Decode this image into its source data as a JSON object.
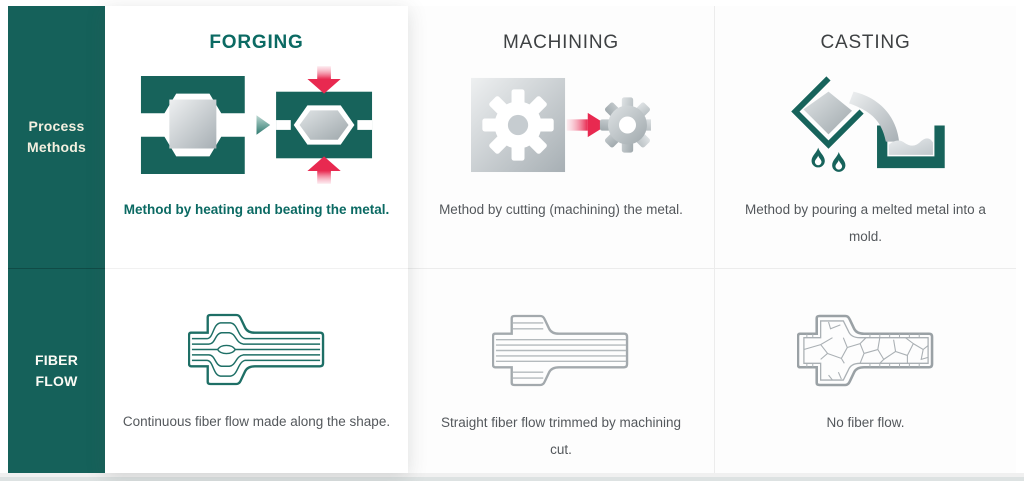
{
  "sidebar": {
    "process_label": "Process\nMethods",
    "fiber_label": "FIBER\nFLOW"
  },
  "columns": {
    "forging": {
      "title": "FORGING",
      "method_caption": "Method by heating and beating the metal.",
      "fiber_caption": "Continuous fiber flow made along the shape."
    },
    "machining": {
      "title": "MACHINING",
      "method_caption": "Method by cutting (machining) the metal.",
      "fiber_caption": "Straight fiber flow trimmed by machining\ncut."
    },
    "casting": {
      "title": "CASTING",
      "method_caption": "Method by pouring a melted metal into a\nmold.",
      "fiber_caption": "No fiber flow."
    }
  },
  "icons": {
    "forging_method": "forging-dies-press-icon",
    "machining_method": "gear-cutting-icon",
    "casting_method": "pouring-ladle-mold-icon",
    "forging_fiber": "continuous-fiber-flow-icon",
    "machining_fiber": "straight-fiber-flow-icon",
    "casting_fiber": "no-fiber-flow-icon"
  },
  "colors": {
    "teal": "#15615a",
    "teal_heading": "#0b6a63",
    "accent_pink": "#e82950",
    "silver": "#a7afb4",
    "heading_gray": "#3e4143",
    "caption_gray": "#54585c",
    "border": "#ececec",
    "cell_bg": "#fdfdfd",
    "featured_bg": "#ffffff",
    "sidebar_text_cream": "#f3efdf"
  }
}
